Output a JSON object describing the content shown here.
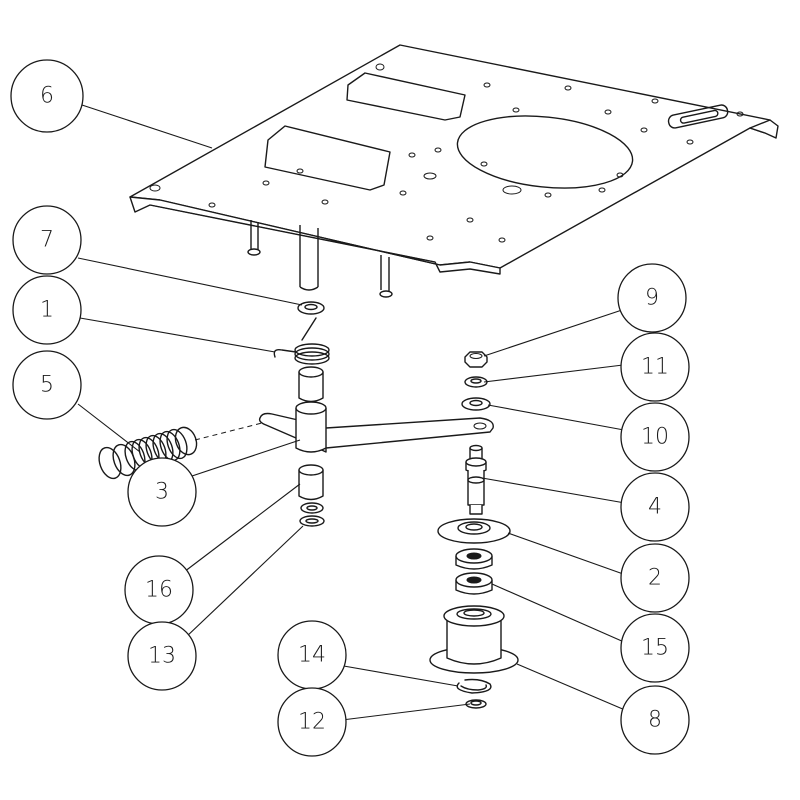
{
  "callouts": [
    {
      "id": "6",
      "label": "6"
    },
    {
      "id": "7",
      "label": "7"
    },
    {
      "id": "1",
      "label": "1"
    },
    {
      "id": "5",
      "label": "5"
    },
    {
      "id": "3",
      "label": "3"
    },
    {
      "id": "16",
      "label": "16"
    },
    {
      "id": "13",
      "label": "13"
    },
    {
      "id": "9",
      "label": "9"
    },
    {
      "id": "11",
      "label": "11"
    },
    {
      "id": "10",
      "label": "10"
    },
    {
      "id": "4",
      "label": "4"
    },
    {
      "id": "2",
      "label": "2"
    },
    {
      "id": "15",
      "label": "15"
    },
    {
      "id": "14",
      "label": "14"
    },
    {
      "id": "8",
      "label": "8"
    },
    {
      "id": "12",
      "label": "12"
    }
  ]
}
